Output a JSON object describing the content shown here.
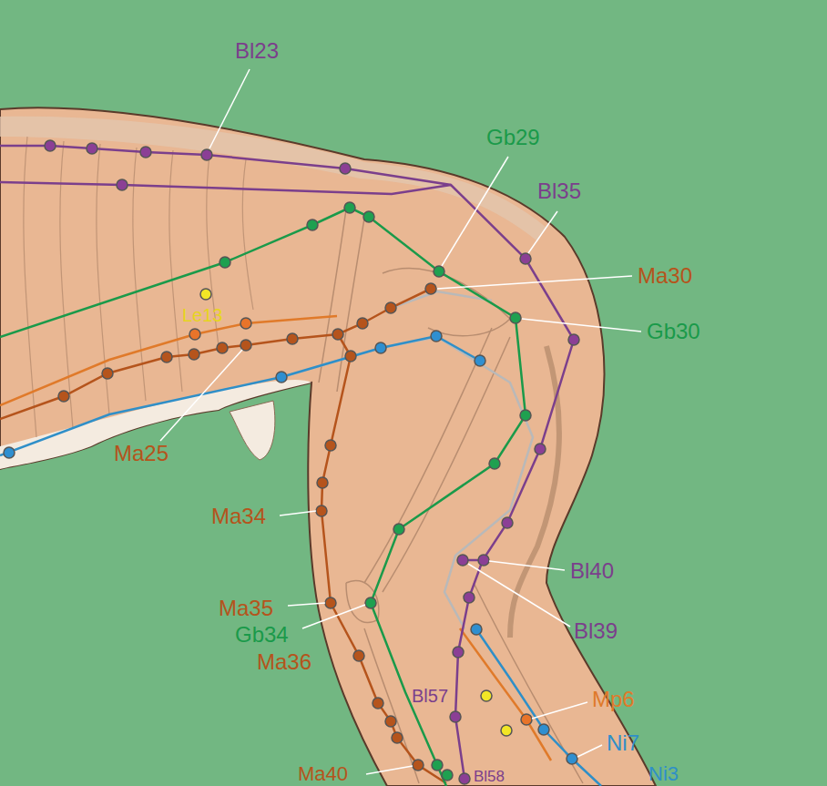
{
  "diagram": {
    "labels": [
      "Bl23",
      "Gb29",
      "Bl35",
      "Ma30",
      "Gb30",
      "Le13",
      "Ma25",
      "Ma34",
      "Bl40",
      "Bl39",
      "Ma35",
      "Gb34",
      "Ma36",
      "Bl57",
      "Mp6",
      "Ni7",
      "Ni3",
      "Ma40",
      "Bl58"
    ]
  }
}
